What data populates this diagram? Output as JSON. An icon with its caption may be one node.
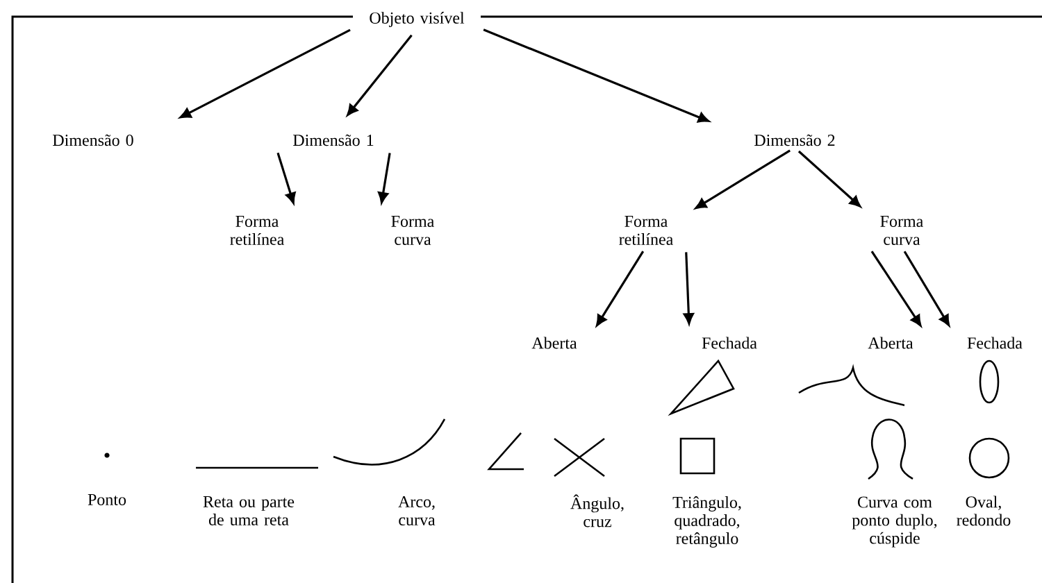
{
  "diagram": {
    "nodes": [
      {
        "text": [
          "Objeto visível"
        ]
      },
      {
        "text": [
          "Dimensão 0"
        ]
      },
      {
        "text": [
          "Dimensão 1"
        ]
      },
      {
        "text": [
          "Dimensão 2"
        ]
      },
      {
        "text": [
          "Forma retilínea"
        ]
      },
      {
        "text": [
          "Forma curva"
        ]
      },
      {
        "text": [
          "Forma retilínea"
        ]
      },
      {
        "text": [
          "Forma curva"
        ]
      },
      {
        "text": [
          "Aberta"
        ]
      },
      {
        "text": [
          "Fechada"
        ]
      },
      {
        "text": [
          "Aberta"
        ]
      },
      {
        "text": [
          "Fechada"
        ]
      }
    ],
    "edges": [
      {
        "from": 0,
        "to": 1,
        "arrow": "to"
      },
      {
        "from": 0,
        "to": 2,
        "arrow": "to"
      },
      {
        "from": 0,
        "to": 3,
        "arrow": "to"
      },
      {
        "from": 2,
        "to": 4,
        "arrow": "to"
      },
      {
        "from": 2,
        "to": 5,
        "arrow": "to"
      },
      {
        "from": 3,
        "to": 6,
        "arrow": "to"
      },
      {
        "from": 3,
        "to": 7,
        "arrow": "to"
      },
      {
        "from": 6,
        "to": 8,
        "arrow": "to"
      },
      {
        "from": 6,
        "to": 9,
        "arrow": "to"
      },
      {
        "from": 7,
        "to": 10,
        "arrow": "to"
      },
      {
        "from": 7,
        "to": 11,
        "arrow": "to"
      }
    ],
    "labels": [
      "Ponto",
      "Reta ou parte de uma reta",
      "Arco, curva",
      "Ângulo, cruz",
      "Triângulo, quadrado, retângulo",
      "Curva com ponto duplo, cúspide",
      "Oval, redondo"
    ]
  }
}
